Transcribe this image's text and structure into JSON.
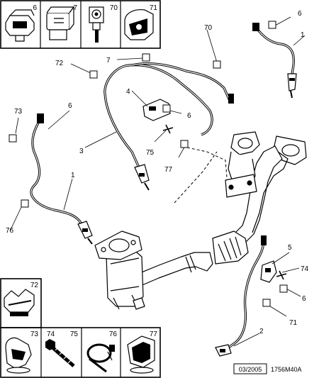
{
  "thumbnails_top": [
    {
      "number": "6",
      "icon": "clip-icon"
    },
    {
      "number": "7",
      "icon": "connector-icon"
    },
    {
      "number": "70",
      "icon": "grommet-icon"
    },
    {
      "number": "71",
      "icon": "bracket-icon"
    }
  ],
  "thumbnails_bottom": [
    {
      "number": "72",
      "icon": "cable-clip-icon"
    },
    {
      "number": "73",
      "icon": "sensor-clip-icon"
    },
    {
      "number": "74",
      "icon": "bolt-icon"
    },
    {
      "number": "75",
      "icon": "bolt-icon"
    },
    {
      "number": "76",
      "icon": "cable-tie-icon"
    },
    {
      "number": "77",
      "icon": "holder-icon"
    }
  ],
  "callouts": {
    "c1_top": "1",
    "c6_topright": "6",
    "c70": "70",
    "c7": "7",
    "c72": "72",
    "c4": "4",
    "c6_mid": "6",
    "c75": "75",
    "c77": "77",
    "c3": "3",
    "c73": "73",
    "c6_left": "6",
    "c1_left": "1",
    "c76": "76",
    "c5": "5",
    "c74": "74",
    "c6_bottom": "6",
    "c71": "71",
    "c2": "2"
  },
  "footer": {
    "date": "03/2005",
    "ref": "1756M40A"
  }
}
